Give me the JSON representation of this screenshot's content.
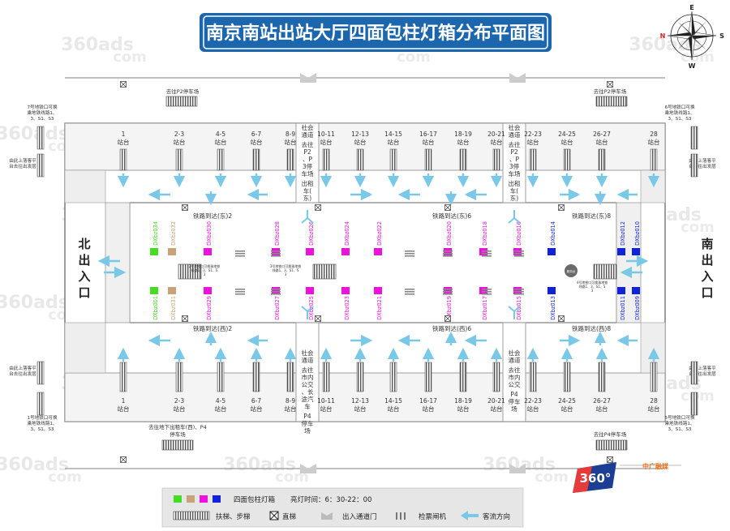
{
  "title": "南京南站出站大厅四面包柱灯箱分布平面图",
  "compass": {
    "n": "E",
    "e": "S",
    "s": "W",
    "w": "N"
  },
  "watermark": {
    "main": "360ads",
    "sub": "com",
    "badge": "360°",
    "brand": "中广融媒"
  },
  "colors": {
    "title_bg": "#1c66ae",
    "green": "#44dd22",
    "tan": "#c8a278",
    "magenta": "#ee11dd",
    "blue": "#1122dd",
    "arrow": "#7ac8e8",
    "line": "#777777",
    "floor": "#f4f4f4"
  },
  "exits": {
    "north": "北出入口",
    "south": "南出入口"
  },
  "parking": {
    "top_left": "去往P2停车场",
    "top_right": "去往P2停车场",
    "bottom_left": "去往地下出租车(西)、P4停车场",
    "bottom_right": "去往P4停车场"
  },
  "side_labels": {
    "metro7": "7号地铁口可换乘地铁线路1、3、S1、S3",
    "metro6": "6号地铁口可换乘地铁线路1、3、S1、S3",
    "metro1": "1号地铁口可换乘地铁线路1、3、S1、S3",
    "metro5": "5号地铁口可换乘地铁线路1、3、S1、S3",
    "up_tl": "由此上落客平台去往出发层",
    "up_tr": "由此上落客平台去往出发层",
    "up_bl": "由此上落客平台去往出发层",
    "up_br": "由此上落客平台去往出发层"
  },
  "platforms_top": [
    "1",
    "2-3",
    "4-5",
    "6-7",
    "8-9",
    "10-11",
    "12-13",
    "14-15",
    "16-17",
    "18-19",
    "20-21",
    "22-23",
    "24-25",
    "26-27",
    "28"
  ],
  "platforms_bottom": [
    "1",
    "2-3",
    "4-5",
    "6-7",
    "8-9",
    "10-11",
    "12-13",
    "14-15",
    "16-17",
    "18-19",
    "20-21",
    "22-23",
    "24-25",
    "26-27",
    "28"
  ],
  "platform_suffix": "站台",
  "corridors": {
    "top_left": "社会通道·去往P2、P3停车场·出租车(东)",
    "top_right": "社会通道·去往P2、P3停车场·出租车(东)",
    "bottom_left": "社会通道·去往市内公交、长途汽车·P4停车场",
    "bottom_right": "社会通道·去往市内公交·P4停车场"
  },
  "railway": {
    "e2": "铁路到达(东)2",
    "e6": "铁路到达(东)6",
    "e8": "铁路到达(东)8",
    "w2": "铁路到达(西)2",
    "w6": "铁路到达(西)6",
    "w8": "铁路到达(西)8"
  },
  "metro_mid": {
    "m2": "2号地铁口可换乘地铁线路1、3、S1、S3",
    "m3": "3号地铁口可换乘地铁线路1、3、S1、S3",
    "m4": "4号地铁口可换乘地铁线路1、3、S1、S3"
  },
  "service": "服务台",
  "lightbox_codes": {
    "top": [
      "DXbz034",
      "DXbz032",
      "DXbz030",
      "DXbz028",
      "DXbz026",
      "DXbz024",
      "DXbz022",
      "DXbz020",
      "DXbz018",
      "DXbz016",
      "DXbz014",
      "DXbz012",
      "DXbz010"
    ],
    "bottom": [
      "DXbz001",
      "DXbz031",
      "DXbz029",
      "DXbz027",
      "DXbz025",
      "DXbz023",
      "DXbz021",
      "DXbz019",
      "DXbz017",
      "DXbz015",
      "DXbz013",
      "DXbz011",
      "DXbz009"
    ]
  },
  "legend": {
    "lightbox": "四面包柱灯箱",
    "hours": "亮灯时间：6：30-22：00",
    "escalator": "扶梯、步梯",
    "elevator": "直梯",
    "gate": "出入通道门",
    "ticket_gate": "检票闸机",
    "flow": "客流方向"
  }
}
